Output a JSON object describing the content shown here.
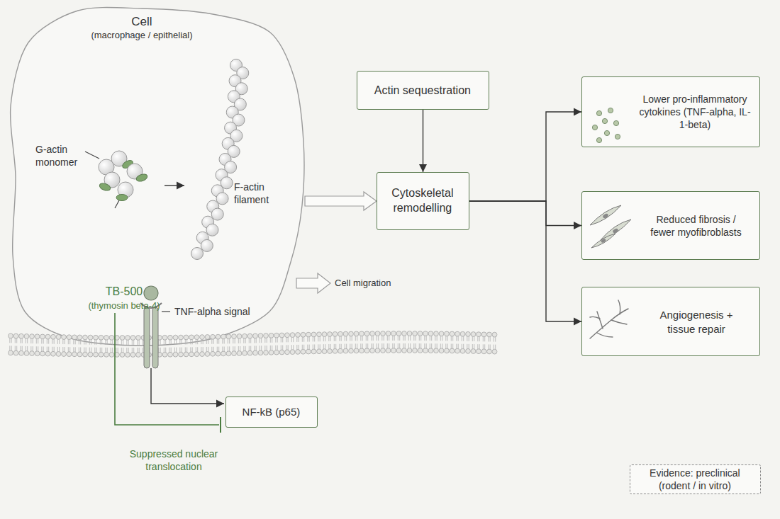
{
  "diagram": {
    "nodes": [
      {
        "text": [
          "Cell",
          "(macrophage / epithelial)"
        ]
      },
      {
        "text": [
          "Actin sequestration"
        ]
      },
      {
        "text": [
          "Cytoskeletal remodelling"
        ]
      },
      {
        "text": [
          "Lower pro-inflammatory cytokines (TNF-alpha, IL-1-beta)"
        ]
      },
      {
        "text": [
          "Reduced fibrosis / fewer myofibroblasts"
        ]
      },
      {
        "text": [
          "Angiogenesis + tissue repair"
        ]
      },
      {
        "text": [
          "NF-kB (p65)"
        ]
      },
      {
        "text": [
          "Evidence: preclinical (rodent / in vitro)"
        ]
      }
    ],
    "edges": [
      {
        "from": 0,
        "to": 2,
        "arrow": "to"
      },
      {
        "from": 1,
        "to": 2,
        "arrow": "to"
      },
      {
        "from": 2,
        "to": 3,
        "arrow": "to"
      },
      {
        "from": 2,
        "to": 4,
        "arrow": "to"
      },
      {
        "from": 2,
        "to": 5,
        "arrow": "to"
      }
    ],
    "labels": [
      "G-actin monomer",
      "TB-500",
      "(thymosin beta-4)",
      "F-actin filament",
      "Cell migration",
      "TNF-alpha signal",
      "Suppressed nuclear translocation"
    ]
  }
}
